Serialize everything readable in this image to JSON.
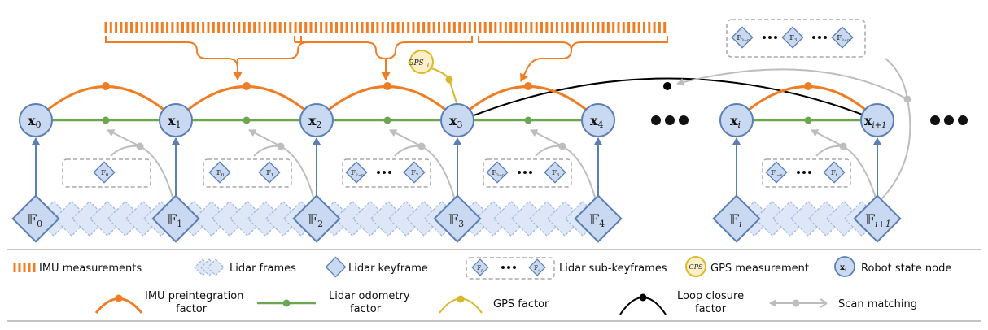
{
  "nodes": {
    "x0": "x",
    "x0_sub": "0",
    "x1": "x",
    "x1_sub": "1",
    "x2": "x",
    "x2_sub": "2",
    "x3": "x",
    "x3_sub": "3",
    "x4": "x",
    "x4_sub": "4",
    "xi": "x",
    "xi_sub": "i",
    "xi1": "x",
    "xi1_sub": "i+1"
  },
  "keyframes": {
    "f0": "𝔽",
    "f0_sub": "0",
    "f1": "𝔽",
    "f1_sub": "1",
    "f2": "𝔽",
    "f2_sub": "2",
    "f3": "𝔽",
    "f3_sub": "3",
    "f4": "𝔽",
    "f4_sub": "4",
    "fi": "𝔽",
    "fi_sub": "i",
    "fi1": "𝔽",
    "fi1_sub": "i+1"
  },
  "subkeyframes": {
    "g1_a": "𝔽",
    "g1_a_sub": "0",
    "g2_a": "𝔽",
    "g2_a_sub": "0",
    "g2_b": "𝔽",
    "g2_b_sub": "1",
    "g3_a": "𝔽",
    "g3_a_sub": "2−n",
    "g3_b": "𝔽",
    "g3_b_sub": "2",
    "g4_a": "𝔽",
    "g4_a_sub": "3−n",
    "g4_b": "𝔽",
    "g4_b_sub": "3",
    "g5_a": "𝔽",
    "g5_a_sub": "i−n",
    "g5_b": "𝔽",
    "g5_b_sub": "i",
    "top_a": "𝔽",
    "top_a_sub": "3−m",
    "top_b": "𝔽",
    "top_b_sub": "3",
    "top_c": "𝔽",
    "top_c_sub": "3+m",
    "legend_p": "𝔽",
    "legend_p_sub": "p",
    "legend_q": "𝔽",
    "legend_q_sub": "q"
  },
  "gps": {
    "node_label": "GPS",
    "node_sub": "i",
    "legend_label": "GPS"
  },
  "legend_node": {
    "label": "x",
    "sub": "i"
  },
  "legend": {
    "imu_measurements": "IMU measurements",
    "lidar_frames": "Lidar frames",
    "lidar_keyframe": "Lidar keyframe",
    "lidar_subkeyframes": "Lidar sub-keyframes",
    "gps_measurement": "GPS measurement",
    "robot_state_node": "Robot state node",
    "imu_preint_1": "IMU preintegration",
    "imu_preint_2": "factor",
    "lidar_odom_1": "Lidar odometry",
    "lidar_odom_2": "factor",
    "gps_factor": "GPS factor",
    "loop_1": "Loop closure",
    "loop_2": "factor",
    "scan_matching": "Scan matching"
  },
  "colors": {
    "imu": "#f07d23",
    "odom": "#6aa84f",
    "gps": "#d9b92a",
    "loop": "#000000",
    "scan": "#bdbdbd",
    "node_fill": "#c9d9f2",
    "node_stroke": "#5b7fb5",
    "frame_fill": "#dde7f7"
  }
}
